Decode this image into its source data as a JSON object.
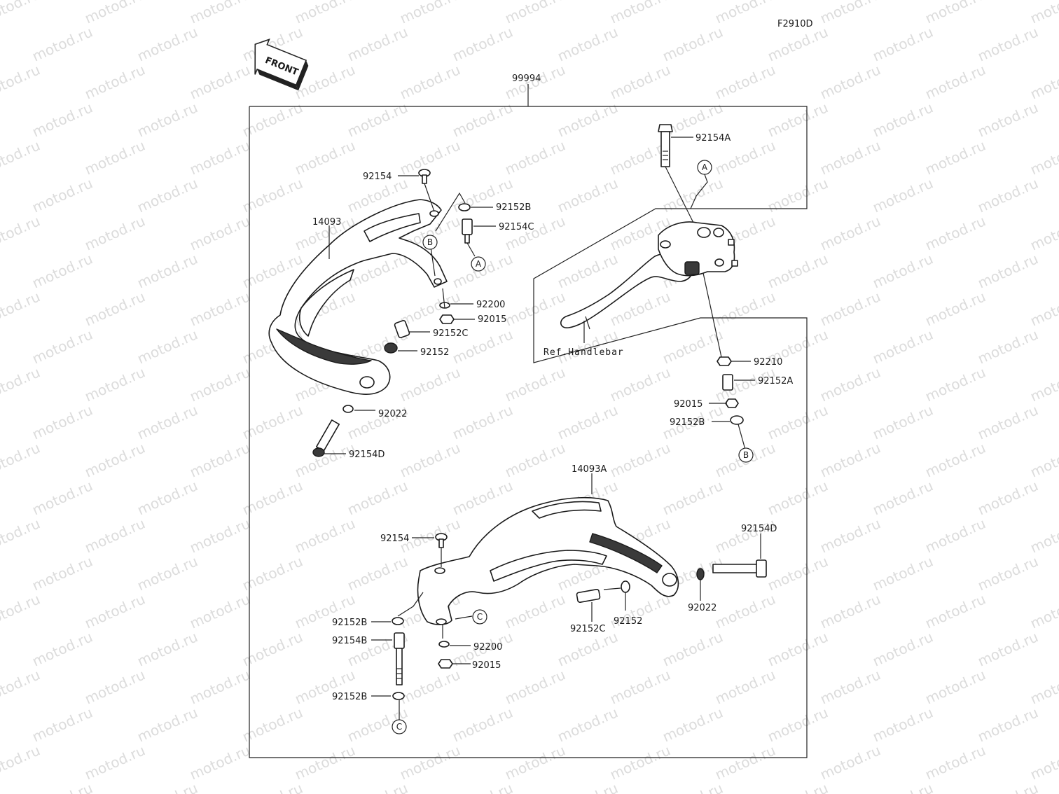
{
  "diagram_code": "F2910D",
  "front_label": "FRONT",
  "kit_number": "99994",
  "watermark": "motod.ru",
  "ref_note": "Ref.Handlebar",
  "parts": {
    "p92154_top": "92154",
    "p92152B_top": "92152B",
    "p14093": "14093",
    "p92154C": "92154C",
    "p92200_top": "92200",
    "p92015_top": "92015",
    "p92152C_top": "92152C",
    "p92152_top": "92152",
    "p92022_top": "92022",
    "p92154D_top": "92154D",
    "p92154A": "92154A",
    "p92210": "92210",
    "p92152A": "92152A",
    "p92015_right": "92015",
    "p92152B_right": "92152B",
    "p14093A": "14093A",
    "p92154_bot": "92154",
    "p92154D_bot": "92154D",
    "p92152B_bot1": "92152B",
    "p92154B": "92154B",
    "p92200_bot": "92200",
    "p92015_bot": "92015",
    "p92152C_bot": "92152C",
    "p92152_bot": "92152",
    "p92022_bot": "92022",
    "p92152B_bot2": "92152B"
  },
  "markers": {
    "a1": "A",
    "a2": "A",
    "b1": "B",
    "b2": "B",
    "c1": "C",
    "c2": "C"
  }
}
